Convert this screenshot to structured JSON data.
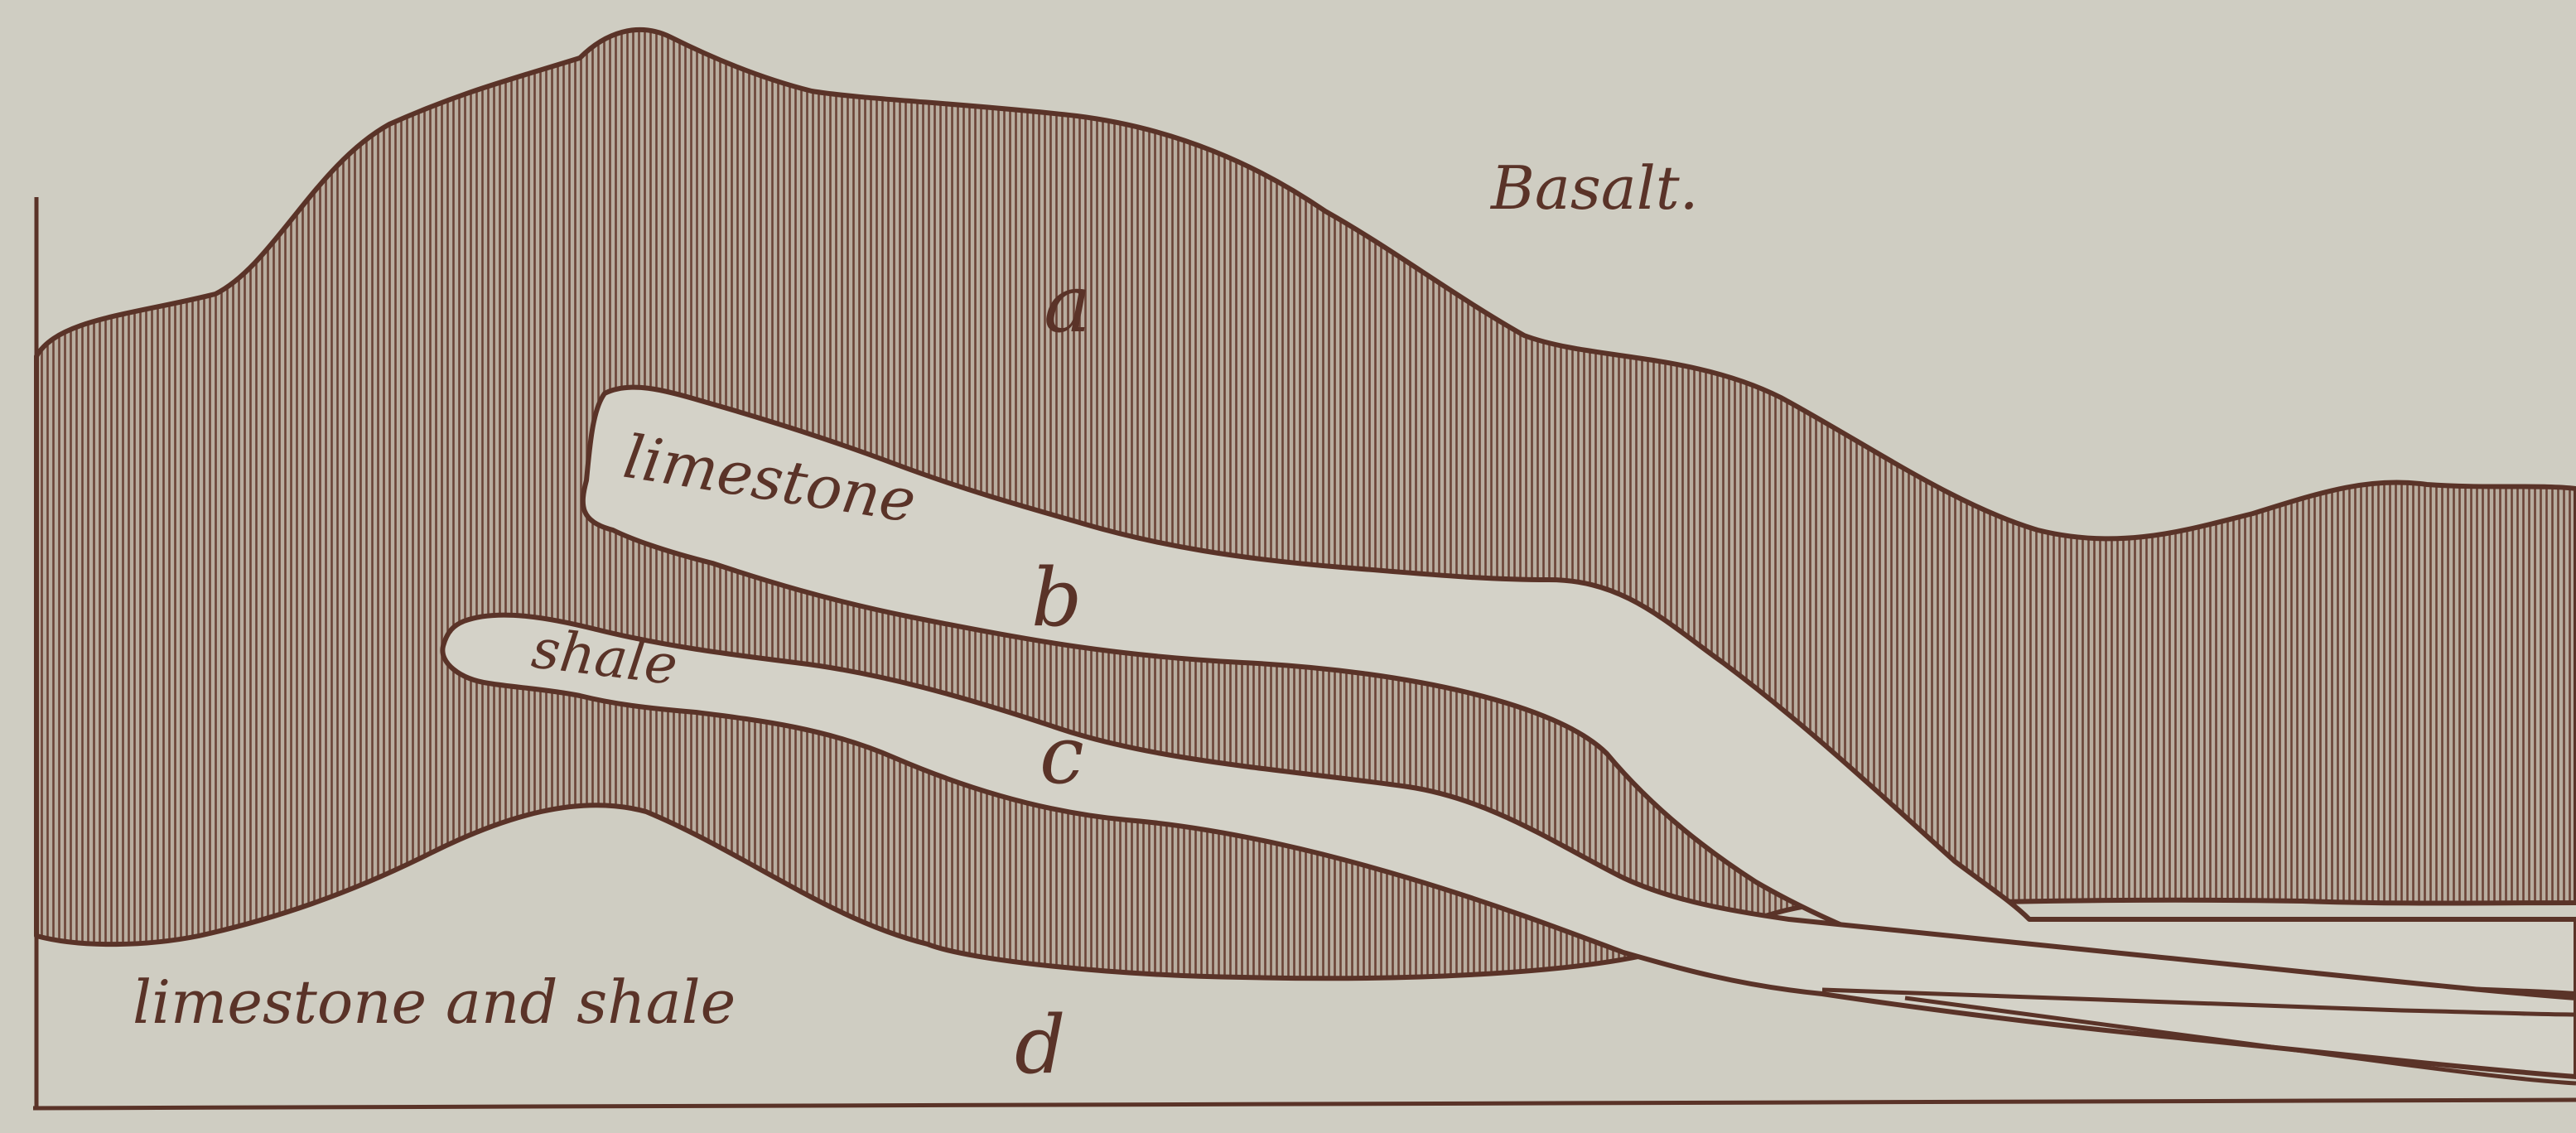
{
  "diagram": {
    "labels": {
      "basalt": "Basalt.",
      "limestone": "limestone",
      "shale": "shale",
      "limestone_and_shale": "limestone and shale",
      "a": "a",
      "b": "b",
      "c": "c",
      "d": "d"
    },
    "colors": {
      "paper": "#cfcdc2",
      "ink": "#5a3328",
      "light_layer": "#d6d4ca"
    }
  }
}
